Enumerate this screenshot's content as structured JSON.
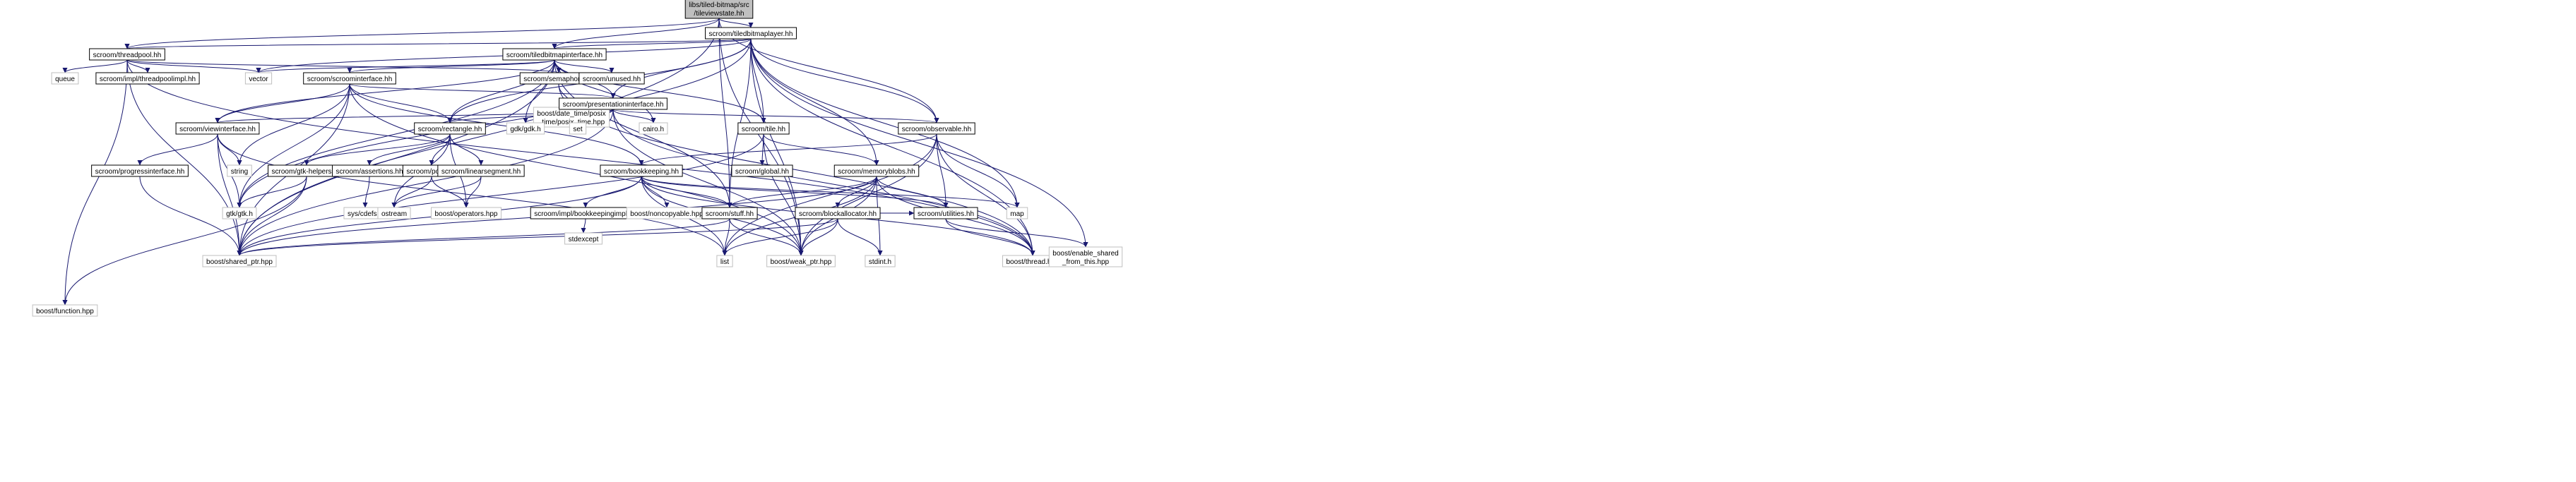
{
  "diagram": {
    "nodes": [
      {
        "id": "tileviewstate",
        "lines": [
          "libs/tiled-bitmap/src",
          "/tileviewstate.hh"
        ],
        "kind": "root"
      },
      {
        "id": "tiledbitmaplayer",
        "lines": [
          "scroom/tiledbitmaplayer.hh"
        ],
        "kind": "documented"
      },
      {
        "id": "threadpool",
        "lines": [
          "scroom/threadpool.hh"
        ],
        "kind": "documented"
      },
      {
        "id": "tiledbitmapinterface",
        "lines": [
          "scroom/tiledbitmapinterface.hh"
        ],
        "kind": "documented"
      },
      {
        "id": "queue",
        "lines": [
          "queue"
        ],
        "kind": "external"
      },
      {
        "id": "threadpoolimpl",
        "lines": [
          "scroom/impl/threadpoolimpl.hh"
        ],
        "kind": "documented"
      },
      {
        "id": "vector",
        "lines": [
          "vector"
        ],
        "kind": "external"
      },
      {
        "id": "function",
        "lines": [
          "boost/function.hpp"
        ],
        "kind": "external"
      },
      {
        "id": "scroominterface",
        "lines": [
          "scroom/scroominterface.hh"
        ],
        "kind": "documented"
      },
      {
        "id": "semaphore",
        "lines": [
          "scroom/semaphore.hh"
        ],
        "kind": "documented"
      },
      {
        "id": "unused",
        "lines": [
          "scroom/unused.hh"
        ],
        "kind": "documented"
      },
      {
        "id": "datetime",
        "lines": [
          "boost/date_time/posix",
          "_time/posix_time.hpp"
        ],
        "kind": "external"
      },
      {
        "id": "presentationinterface",
        "lines": [
          "scroom/presentationinterface.hh"
        ],
        "kind": "documented"
      },
      {
        "id": "viewinterface",
        "lines": [
          "scroom/viewinterface.hh"
        ],
        "kind": "documented"
      },
      {
        "id": "rectangle",
        "lines": [
          "scroom/rectangle.hh"
        ],
        "kind": "documented"
      },
      {
        "id": "gdk",
        "lines": [
          "gdk/gdk.h"
        ],
        "kind": "external"
      },
      {
        "id": "set",
        "lines": [
          "set"
        ],
        "kind": "external"
      },
      {
        "id": "cairo",
        "lines": [
          "cairo.h"
        ],
        "kind": "external"
      },
      {
        "id": "tile",
        "lines": [
          "scroom/tile.hh"
        ],
        "kind": "documented"
      },
      {
        "id": "observable",
        "lines": [
          "scroom/observable.hh"
        ],
        "kind": "documented"
      },
      {
        "id": "string",
        "lines": [
          "string"
        ],
        "kind": "external"
      },
      {
        "id": "progressinterface",
        "lines": [
          "scroom/progressinterface.hh"
        ],
        "kind": "documented"
      },
      {
        "id": "gtkhelpers",
        "lines": [
          "scroom/gtk-helpers.hh"
        ],
        "kind": "documented"
      },
      {
        "id": "assertions",
        "lines": [
          "scroom/assertions.hh"
        ],
        "kind": "documented"
      },
      {
        "id": "point",
        "lines": [
          "scroom/point.hh"
        ],
        "kind": "documented"
      },
      {
        "id": "linearsegment",
        "lines": [
          "scroom/linearsegment.hh"
        ],
        "kind": "documented"
      },
      {
        "id": "global",
        "lines": [
          "scroom/global.hh"
        ],
        "kind": "documented"
      },
      {
        "id": "bookkeeping",
        "lines": [
          "scroom/bookkeeping.hh"
        ],
        "kind": "documented"
      },
      {
        "id": "memoryblobs",
        "lines": [
          "scroom/memoryblobs.hh"
        ],
        "kind": "documented"
      },
      {
        "id": "gtk",
        "lines": [
          "gtk/gtk.h"
        ],
        "kind": "external"
      },
      {
        "id": "syscdefs",
        "lines": [
          "sys/cdefs.h"
        ],
        "kind": "external"
      },
      {
        "id": "ostream",
        "lines": [
          "ostream"
        ],
        "kind": "external"
      },
      {
        "id": "operators",
        "lines": [
          "boost/operators.hpp"
        ],
        "kind": "external"
      },
      {
        "id": "bookkeepingimpl",
        "lines": [
          "scroom/impl/bookkeepingimpl.hh"
        ],
        "kind": "documented"
      },
      {
        "id": "noncopyable",
        "lines": [
          "boost/noncopyable.hpp"
        ],
        "kind": "external"
      },
      {
        "id": "stuff",
        "lines": [
          "scroom/stuff.hh"
        ],
        "kind": "documented"
      },
      {
        "id": "blockallocator",
        "lines": [
          "scroom/blockallocator.hh"
        ],
        "kind": "documented"
      },
      {
        "id": "utilities",
        "lines": [
          "scroom/utilities.hh"
        ],
        "kind": "documented"
      },
      {
        "id": "map",
        "lines": [
          "map"
        ],
        "kind": "external"
      },
      {
        "id": "stdexcept",
        "lines": [
          "stdexcept"
        ],
        "kind": "external"
      },
      {
        "id": "sharedptr",
        "lines": [
          "boost/shared_ptr.hpp"
        ],
        "kind": "external"
      },
      {
        "id": "list",
        "lines": [
          "list"
        ],
        "kind": "external"
      },
      {
        "id": "weakptr",
        "lines": [
          "boost/weak_ptr.hpp"
        ],
        "kind": "external"
      },
      {
        "id": "stdint",
        "lines": [
          "stdint.h"
        ],
        "kind": "external"
      },
      {
        "id": "thread",
        "lines": [
          "boost/thread.hpp"
        ],
        "kind": "external"
      },
      {
        "id": "enableshared",
        "lines": [
          "boost/enable_shared",
          "_from_this.hpp"
        ],
        "kind": "external"
      }
    ],
    "edges": [
      [
        "tileviewstate",
        "tiledbitmaplayer"
      ],
      [
        "tileviewstate",
        "threadpool"
      ],
      [
        "tileviewstate",
        "tiledbitmapinterface"
      ],
      [
        "tileviewstate",
        "stuff"
      ],
      [
        "tileviewstate",
        "observable"
      ],
      [
        "tileviewstate",
        "sharedptr"
      ],
      [
        "tileviewstate",
        "weakptr"
      ],
      [
        "tiledbitmaplayer",
        "threadpool"
      ],
      [
        "tiledbitmaplayer",
        "tiledbitmapinterface"
      ],
      [
        "tiledbitmaplayer",
        "vector"
      ],
      [
        "tiledbitmaplayer",
        "presentationinterface"
      ],
      [
        "tiledbitmaplayer",
        "tile"
      ],
      [
        "tiledbitmaplayer",
        "observable"
      ],
      [
        "tiledbitmaplayer",
        "memoryblobs"
      ],
      [
        "tiledbitmaplayer",
        "stuff"
      ],
      [
        "tiledbitmaplayer",
        "map"
      ],
      [
        "tiledbitmaplayer",
        "thread"
      ],
      [
        "tiledbitmaplayer",
        "enableshared"
      ],
      [
        "tiledbitmaplayer",
        "weakptr"
      ],
      [
        "tiledbitmaplayer",
        "rectangle"
      ],
      [
        "tiledbitmaplayer",
        "gtk"
      ],
      [
        "threadpool",
        "queue"
      ],
      [
        "threadpool",
        "threadpoolimpl"
      ],
      [
        "threadpool",
        "vector"
      ],
      [
        "threadpool",
        "function"
      ],
      [
        "threadpool",
        "semaphore"
      ],
      [
        "threadpool",
        "sharedptr"
      ],
      [
        "threadpool",
        "thread"
      ],
      [
        "tiledbitmapinterface",
        "vector"
      ],
      [
        "tiledbitmapinterface",
        "scroominterface"
      ],
      [
        "tiledbitmapinterface",
        "unused"
      ],
      [
        "tiledbitmapinterface",
        "presentationinterface"
      ],
      [
        "tiledbitmapinterface",
        "viewinterface"
      ],
      [
        "tiledbitmapinterface",
        "rectangle"
      ],
      [
        "tiledbitmapinterface",
        "gdk"
      ],
      [
        "tiledbitmapinterface",
        "cairo"
      ],
      [
        "tiledbitmapinterface",
        "tile"
      ],
      [
        "tiledbitmapinterface",
        "stuff"
      ],
      [
        "tiledbitmapinterface",
        "gtk"
      ],
      [
        "tiledbitmapinterface",
        "sharedptr"
      ],
      [
        "scroominterface",
        "presentationinterface"
      ],
      [
        "scroominterface",
        "viewinterface"
      ],
      [
        "scroominterface",
        "string"
      ],
      [
        "scroominterface",
        "rectangle"
      ],
      [
        "scroominterface",
        "gtk"
      ],
      [
        "scroominterface",
        "sharedptr"
      ],
      [
        "scroominterface",
        "weakptr"
      ],
      [
        "scroominterface",
        "bookkeeping"
      ],
      [
        "semaphore",
        "datetime"
      ],
      [
        "semaphore",
        "thread"
      ],
      [
        "presentationinterface",
        "viewinterface"
      ],
      [
        "presentationinterface",
        "rectangle"
      ],
      [
        "presentationinterface",
        "gdk"
      ],
      [
        "presentationinterface",
        "set"
      ],
      [
        "presentationinterface",
        "cairo"
      ],
      [
        "presentationinterface",
        "observable"
      ],
      [
        "presentationinterface",
        "sharedptr"
      ],
      [
        "presentationinterface",
        "weakptr"
      ],
      [
        "presentationinterface",
        "thread"
      ],
      [
        "viewinterface",
        "progressinterface"
      ],
      [
        "viewinterface",
        "string"
      ],
      [
        "viewinterface",
        "gtk"
      ],
      [
        "viewinterface",
        "sharedptr"
      ],
      [
        "viewinterface",
        "list"
      ],
      [
        "rectangle",
        "gtkhelpers"
      ],
      [
        "rectangle",
        "assertions"
      ],
      [
        "rectangle",
        "point"
      ],
      [
        "rectangle",
        "linearsegment"
      ],
      [
        "rectangle",
        "ostream"
      ],
      [
        "rectangle",
        "operators"
      ],
      [
        "tile",
        "global"
      ],
      [
        "tile",
        "memoryblobs"
      ],
      [
        "tile",
        "sharedptr"
      ],
      [
        "tile",
        "weakptr"
      ],
      [
        "observable",
        "bookkeeping"
      ],
      [
        "observable",
        "utilities"
      ],
      [
        "observable",
        "map"
      ],
      [
        "observable",
        "list"
      ],
      [
        "observable",
        "weakptr"
      ],
      [
        "observable",
        "thread"
      ],
      [
        "progressinterface",
        "sharedptr"
      ],
      [
        "gtkhelpers",
        "function"
      ],
      [
        "gtkhelpers",
        "gtk"
      ],
      [
        "gtkhelpers",
        "sharedptr"
      ],
      [
        "assertions",
        "syscdefs"
      ],
      [
        "point",
        "ostream"
      ],
      [
        "point",
        "operators"
      ],
      [
        "linearsegment",
        "ostream"
      ],
      [
        "linearsegment",
        "operators"
      ],
      [
        "bookkeeping",
        "bookkeepingimpl"
      ],
      [
        "bookkeeping",
        "noncopyable"
      ],
      [
        "bookkeeping",
        "stuff"
      ],
      [
        "bookkeeping",
        "utilities"
      ],
      [
        "bookkeeping",
        "map"
      ],
      [
        "bookkeeping",
        "sharedptr"
      ],
      [
        "bookkeeping",
        "list"
      ],
      [
        "bookkeeping",
        "weakptr"
      ],
      [
        "bookkeeping",
        "thread"
      ],
      [
        "memoryblobs",
        "blockallocator"
      ],
      [
        "memoryblobs",
        "utilities"
      ],
      [
        "memoryblobs",
        "stuff"
      ],
      [
        "memoryblobs",
        "list"
      ],
      [
        "memoryblobs",
        "stdint"
      ],
      [
        "memoryblobs",
        "thread"
      ],
      [
        "memoryblobs",
        "weakptr"
      ],
      [
        "memoryblobs",
        "sharedptr"
      ],
      [
        "bookkeepingimpl",
        "stdexcept"
      ],
      [
        "stuff",
        "sharedptr"
      ],
      [
        "stuff",
        "list"
      ],
      [
        "stuff",
        "weakptr"
      ],
      [
        "blockallocator",
        "list"
      ],
      [
        "blockallocator",
        "stdint"
      ],
      [
        "blockallocator",
        "sharedptr"
      ],
      [
        "blockallocator",
        "weakptr"
      ],
      [
        "blockallocator",
        "utilities"
      ],
      [
        "utilities",
        "thread"
      ],
      [
        "utilities",
        "enableshared"
      ]
    ]
  }
}
